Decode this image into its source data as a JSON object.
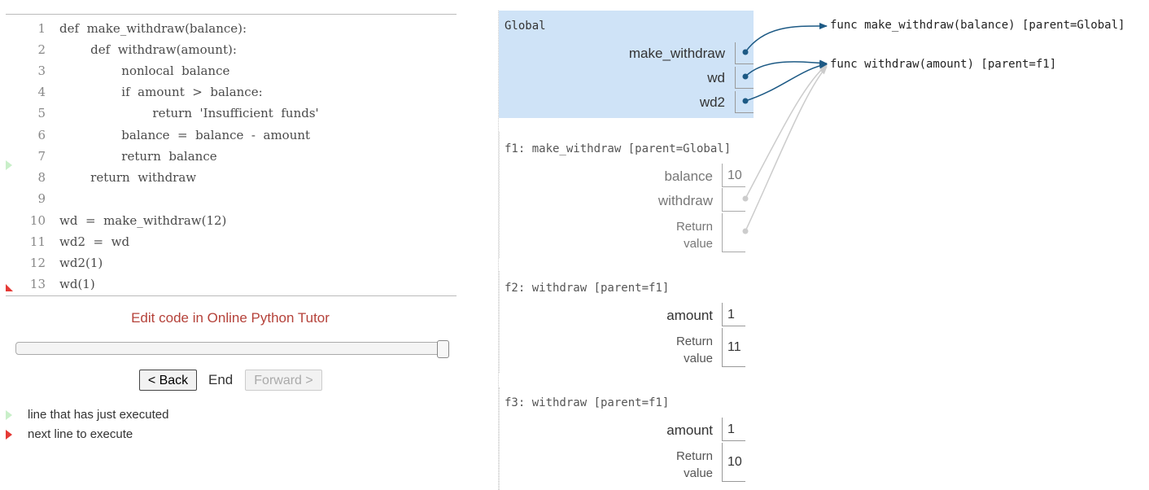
{
  "code": {
    "lines": [
      {
        "no": "1",
        "text": "def  make_withdraw(balance):"
      },
      {
        "no": "2",
        "text": "        def  withdraw(amount):"
      },
      {
        "no": "3",
        "text": "                nonlocal  balance"
      },
      {
        "no": "4",
        "text": "                if  amount  >  balance:"
      },
      {
        "no": "5",
        "text": "                        return  'Insufficient  funds'"
      },
      {
        "no": "6",
        "text": "                balance  =  balance  -  amount"
      },
      {
        "no": "7",
        "text": "                return  balance"
      },
      {
        "no": "8",
        "text": "        return  withdraw"
      },
      {
        "no": "9",
        "text": ""
      },
      {
        "no": "10",
        "text": "wd  =  make_withdraw(12)"
      },
      {
        "no": "11",
        "text": "wd2  =  wd"
      },
      {
        "no": "12",
        "text": "wd2(1)"
      },
      {
        "no": "13",
        "text": "wd(1)"
      }
    ],
    "edit_link": "Edit code in Online Python Tutor",
    "slider_position": 1.0
  },
  "nav": {
    "back": "< Back",
    "status": "End",
    "forward": "Forward >"
  },
  "legend": {
    "executed": "line that has just executed",
    "next": "next line to execute"
  },
  "colors": {
    "global_frame_bg": "#cfe3f7",
    "pointer_active": "#1d5a85",
    "pointer_inactive": "#cccccc",
    "arrow_executed": "#c9efc9",
    "arrow_next": "#e53935",
    "edit_link": "#b5423a"
  },
  "frames": {
    "global": {
      "title": "Global",
      "vars": [
        {
          "name": "make_withdraw"
        },
        {
          "name": "wd"
        },
        {
          "name": "wd2"
        }
      ]
    },
    "f1": {
      "title": "f1: make_withdraw [parent=Global]",
      "balance_name": "balance",
      "balance_value": "10",
      "withdraw_name": "withdraw",
      "return_label_1": "Return",
      "return_label_2": "value"
    },
    "f2": {
      "title": "f2: withdraw [parent=f1]",
      "amount_name": "amount",
      "amount_value": "1",
      "return_label_1": "Return",
      "return_label_2": "value",
      "return_value": "11"
    },
    "f3": {
      "title": "f3: withdraw [parent=f1]",
      "amount_name": "amount",
      "amount_value": "1",
      "return_label_1": "Return",
      "return_label_2": "value",
      "return_value": "10"
    }
  },
  "objects": {
    "func_make_withdraw": "func make_withdraw(balance) [parent=Global]",
    "func_withdraw": "func withdraw(amount) [parent=f1]"
  }
}
